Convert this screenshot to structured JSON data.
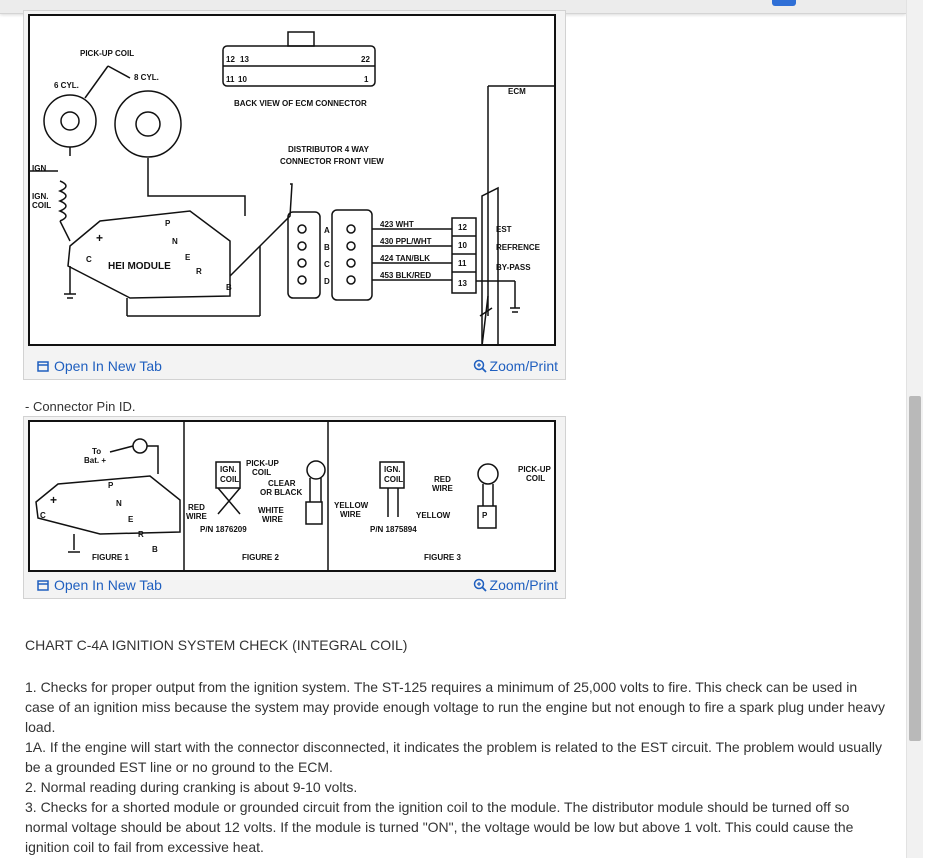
{
  "figure1": {
    "open_tab": "Open In New Tab",
    "zoom": "Zoom/Print",
    "labels": {
      "pickup": "PICK-UP COIL",
      "cyl6": "6 CYL.",
      "cyl8": "8 CYL.",
      "ecm_back": "BACK VIEW OF ECM CONNECTOR",
      "ecm": "ECM",
      "dist": "DISTRIBUTOR 4 WAY",
      "dist2": "CONNECTOR FRONT VIEW",
      "ign": "IGN",
      "ign_coil1": "IGN.",
      "ign_coil2": "COIL",
      "hei": "HEI MODULE",
      "p": "P",
      "n": "N",
      "e": "E",
      "r": "R",
      "b": "B",
      "c": "C",
      "plus": "+",
      "pin_a": "A",
      "pin_b": "B",
      "pin_c": "C",
      "pin_d": "D",
      "w1": "423  WHT",
      "w2": "430  PPL/WHT",
      "w3": "424  TAN/BLK",
      "w4": "453  BLK/RED",
      "n12": "12",
      "n10": "10",
      "n11": "11",
      "n13": "13",
      "est": "EST",
      "ref": "REFRENCE",
      "bypass": "BY-PASS",
      "c12": "12",
      "c13": "13",
      "c22": "22",
      "c11": "11",
      "c10": "10",
      "c1": "1"
    }
  },
  "caption": "- Connector Pin ID.",
  "figure2": {
    "open_tab": "Open In New Tab",
    "zoom": "Zoom/Print",
    "labels": {
      "to": "To",
      "bat": "Bat. +",
      "p": "P",
      "n": "N",
      "e": "E",
      "r": "R",
      "b": "B",
      "c": "C",
      "plus": "+",
      "fig1": "FIGURE 1",
      "ign1": "IGN.",
      "coil1": "COIL",
      "pickup": "PICK-UP",
      "coil": "COIL",
      "clear": "CLEAR",
      "orblack": "OR BLACK",
      "red": "RED",
      "wire": "WIRE",
      "white": "WHITE",
      "wire2": "WIRE",
      "pn1": "P/N 1876209",
      "fig2": "FIGURE 2",
      "ign3": "IGN.",
      "coil3": "COIL",
      "redwire1": "RED",
      "redwire2": "WIRE",
      "pickup3a": "PICK-UP",
      "pickup3b": "COIL",
      "yellow1": "YELLOW",
      "yellow2": "WIRE",
      "yellow3": "YELLOW",
      "pn2": "P/N 1875894",
      "fig3": "FIGURE 3",
      "pin_p": "P"
    }
  },
  "section_title": "CHART C-4A IGNITION SYSTEM CHECK (INTEGRAL COIL)",
  "paragraphs": [
    "1.  Checks for proper output from the ignition system. The ST-125 requires a minimum of 25,000 volts to fire. This check can be used in case of an ignition miss because the system may provide enough voltage to run the engine but not enough to fire a spark plug under heavy load.",
    "1A. If the engine will start with the connector disconnected, it indicates the problem is related to the EST circuit. The problem would usually be a grounded EST line or no ground to the ECM.",
    "2.  Normal reading during cranking is about 9-10 volts.",
    "3.  Checks for a shorted module or grounded circuit from the ignition coil to the module. The distributor module should be turned off so normal voltage should be about 12 volts. If the module is turned \"ON\", the voltage would be low but above 1 volt. This could cause the ignition coil to fail from excessive heat."
  ],
  "colors": {
    "link": "#1f5fbf",
    "text": "#333333",
    "accent": "#2f6fd6"
  },
  "icons": [
    "open-in-new-tab-icon",
    "zoom-icon"
  ]
}
